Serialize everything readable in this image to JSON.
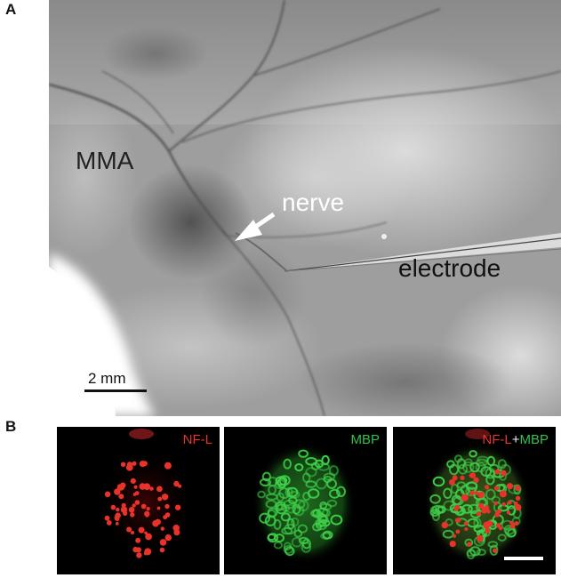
{
  "panel_a": {
    "letter": "A",
    "labels": {
      "mma": "MMA",
      "nerve": "nerve",
      "electrode": "electrode"
    },
    "scale_bar": "2 mm"
  },
  "panel_b": {
    "letter": "B",
    "channels": [
      {
        "name": "NF-L",
        "color": "#e8332a"
      },
      {
        "name": "MBP",
        "color": "#35c24a"
      },
      {
        "name": "NF-L+MBP",
        "parts": [
          "NF-L",
          "+",
          "MBP"
        ]
      }
    ]
  }
}
